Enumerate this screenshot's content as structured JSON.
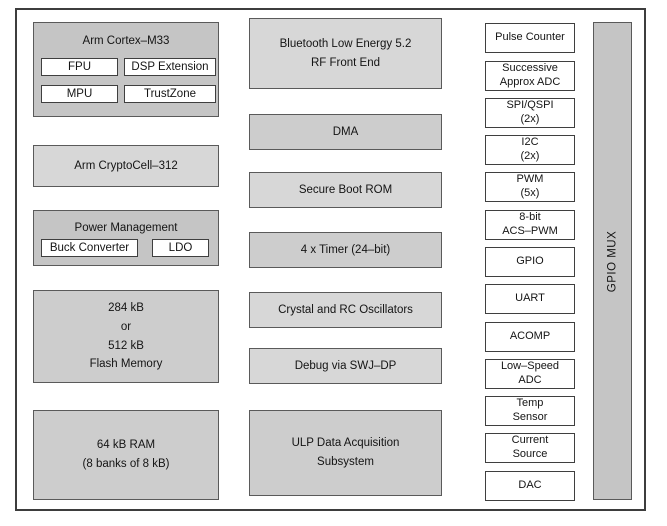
{
  "blocks": {
    "cortex_title": "Arm Cortex–M33",
    "fpu": "FPU",
    "dsp": "DSP Extension",
    "mpu": "MPU",
    "trustzone": "TrustZone",
    "cryptocell": "Arm CryptoCell–312",
    "power_title": "Power Management",
    "buck": "Buck Converter",
    "ldo": "LDO",
    "flash": "284 kB\nor\n512 kB\nFlash Memory",
    "ram": "64 kB RAM\n(8 banks of 8 kB)",
    "ble": "Bluetooth Low Energy 5.2\nRF Front End",
    "dma": "DMA",
    "boot_rom": "Secure Boot ROM",
    "timer": "4 x Timer (24–bit)",
    "oscillators": "Crystal and RC Oscillators",
    "debug": "Debug via SWJ–DP",
    "ulp": "ULP Data Acquisition\nSubsystem",
    "gpio_mux": "GPIO MUX"
  },
  "peripherals": [
    "Pulse Counter",
    "Successive\nApprox ADC",
    "SPI/QSPI\n(2x)",
    "I2C\n(2x)",
    "PWM\n(5x)",
    "8-bit\nACS–PWM",
    "GPIO",
    "UART",
    "ACOMP",
    "Low–Speed\nADC",
    "Temp\nSensor",
    "Current\nSource",
    "DAC"
  ],
  "colors": {
    "container_gray": "#c5c5c5",
    "block_gray_dark": "#cdcdcd",
    "block_gray_light": "#d7d7d7",
    "border": "#5a5a5a",
    "frame": "#3d3d3d"
  }
}
